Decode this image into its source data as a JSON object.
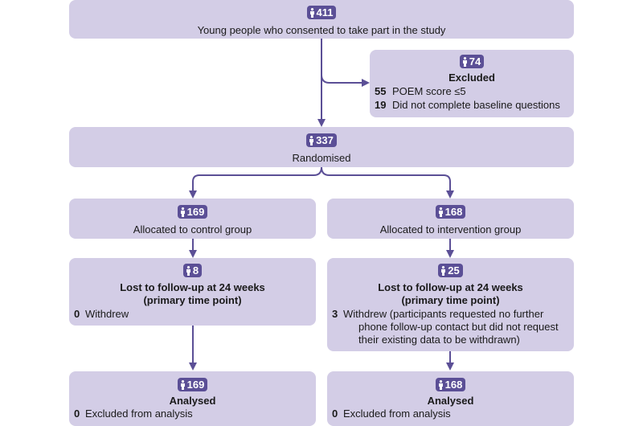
{
  "boxes": {
    "consented": {
      "count": "411",
      "text": "Young people who consented to take part in the study"
    },
    "excluded": {
      "count": "74",
      "title": "Excluded",
      "items": [
        {
          "num": "55",
          "text": "POEM score ≤5"
        },
        {
          "num": "19",
          "text": "Did not complete baseline questions"
        }
      ]
    },
    "randomised": {
      "count": "337",
      "text": "Randomised"
    },
    "control_alloc": {
      "count": "169",
      "text": "Allocated to control group"
    },
    "intervention_alloc": {
      "count": "168",
      "text": "Allocated to intervention group"
    },
    "control_lost": {
      "count": "8",
      "title_1": "Lost to follow-up at 24 weeks",
      "title_2": "(primary time point)",
      "withdrew_num": "0",
      "withdrew_text": "Withdrew"
    },
    "intervention_lost": {
      "count": "25",
      "title_1": "Lost to follow-up at 24 weeks",
      "title_2": "(primary time point)",
      "withdrew_num": "3",
      "withdrew_lines": [
        "Withdrew (participants requested no further",
        "phone follow-up contact but did not request",
        "their existing data to be withdrawn)"
      ]
    },
    "control_analysed": {
      "count": "169",
      "title": "Analysed",
      "excluded_num": "0",
      "excluded_text": "Excluded from analysis"
    },
    "intervention_analysed": {
      "count": "168",
      "title": "Analysed",
      "excluded_num": "0",
      "excluded_text": "Excluded from analysis"
    }
  },
  "colors": {
    "box_fill": "#d3cde6",
    "badge_fill": "#5b4f96",
    "arrow": "#5b4f96"
  },
  "icons": {
    "badge": "person-icon"
  }
}
